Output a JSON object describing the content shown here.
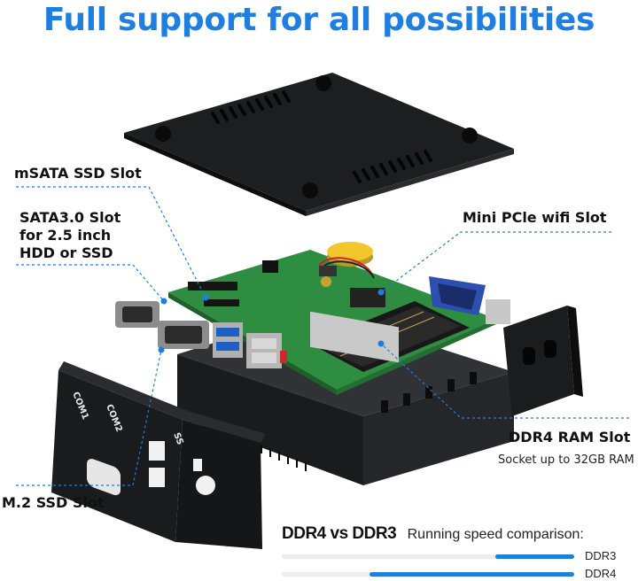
{
  "title": "Full support for all possibilities",
  "labels": {
    "msata": "mSATA SSD Slot",
    "sata_line1": "SATA3.0 Slot",
    "sata_line2": "for 2.5 inch",
    "sata_line3": "HDD or SSD",
    "minipcie": "Mini PCle wifi Slot",
    "ddr4": "DDR4 RAM Slot",
    "ddr4_sub": "Socket up to 32GB RAM",
    "m2": "M.2 SSD Slot"
  },
  "panel_text": {
    "com1": "COM1",
    "com2": "COM2",
    "ss": "SS"
  },
  "comparison": {
    "heading": "DDR4 vs DDR3",
    "subheading": "Running speed comparison:",
    "bars": [
      {
        "label": "DDR3",
        "value": 0.27
      },
      {
        "label": "DDR4",
        "value": 0.7
      }
    ]
  },
  "colors": {
    "accent": "#1e7fe0",
    "pcb": "#2e8b3f",
    "chassis": "#1b1c1e"
  }
}
